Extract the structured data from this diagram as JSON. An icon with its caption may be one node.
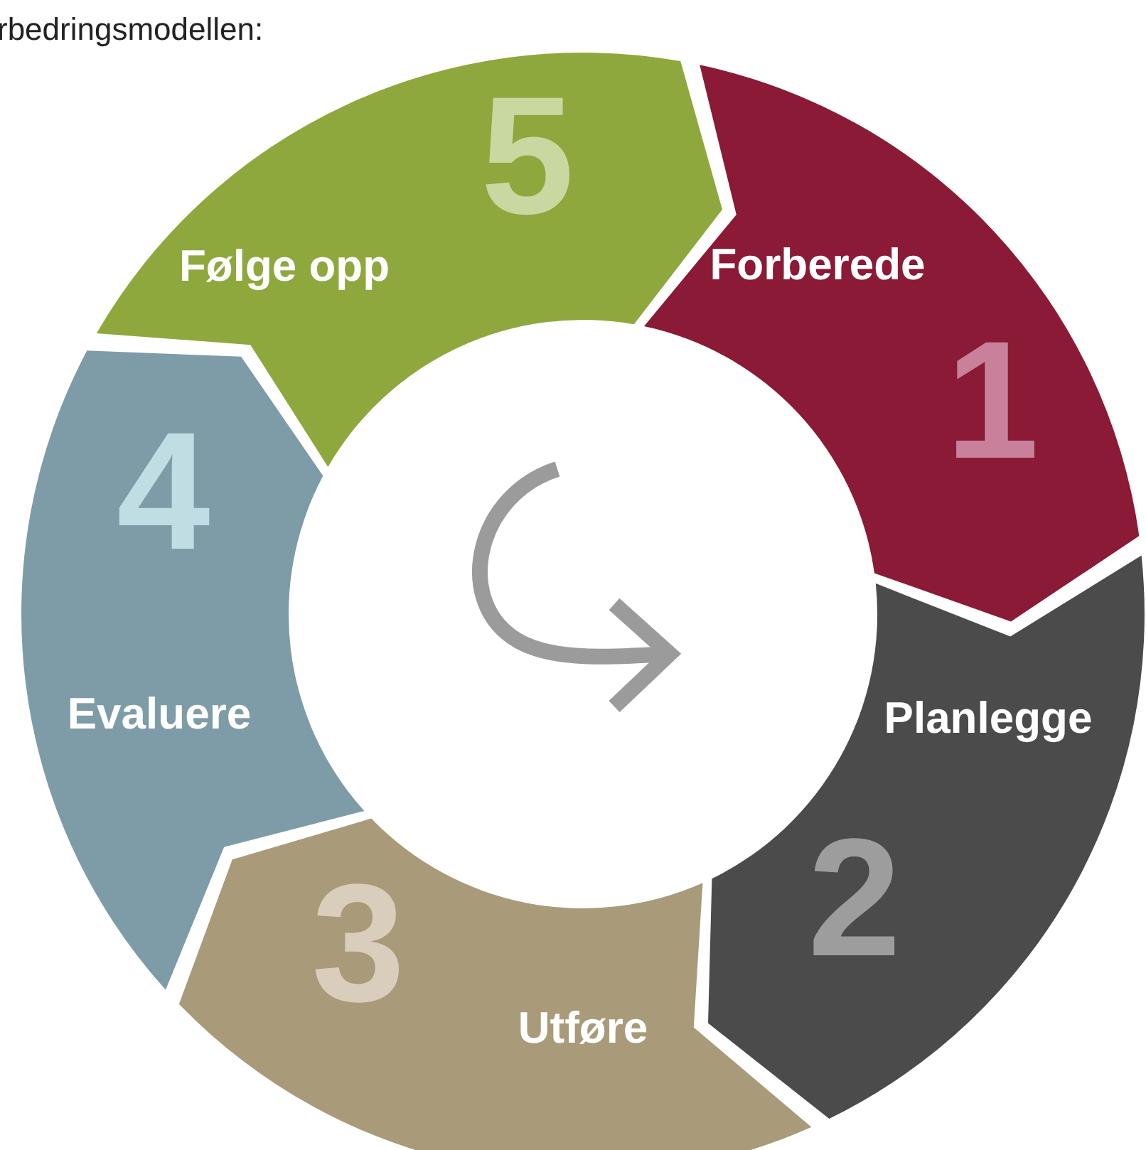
{
  "diagram": {
    "title": "rbedringsmodellen:",
    "nodes": [
      {
        "text": [
          "Forberede",
          "1"
        ]
      },
      {
        "text": [
          "Planlegge",
          "2"
        ]
      },
      {
        "text": [
          "3",
          "Utføre"
        ]
      },
      {
        "text": [
          "4",
          "Evaluere"
        ]
      },
      {
        "text": [
          "5",
          "Følge opp"
        ]
      }
    ]
  }
}
